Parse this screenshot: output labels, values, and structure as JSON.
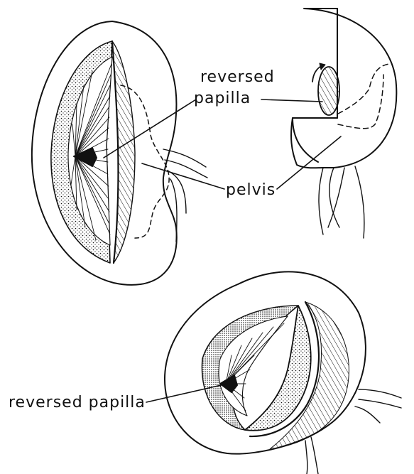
{
  "labels": {
    "reversed_top": "reversed",
    "papilla_top": "papilla",
    "pelvis": "pelvis",
    "reversed_papilla_bottom": "reversed papilla"
  },
  "colors": {
    "ink": "#111111",
    "background": "#ffffff"
  }
}
